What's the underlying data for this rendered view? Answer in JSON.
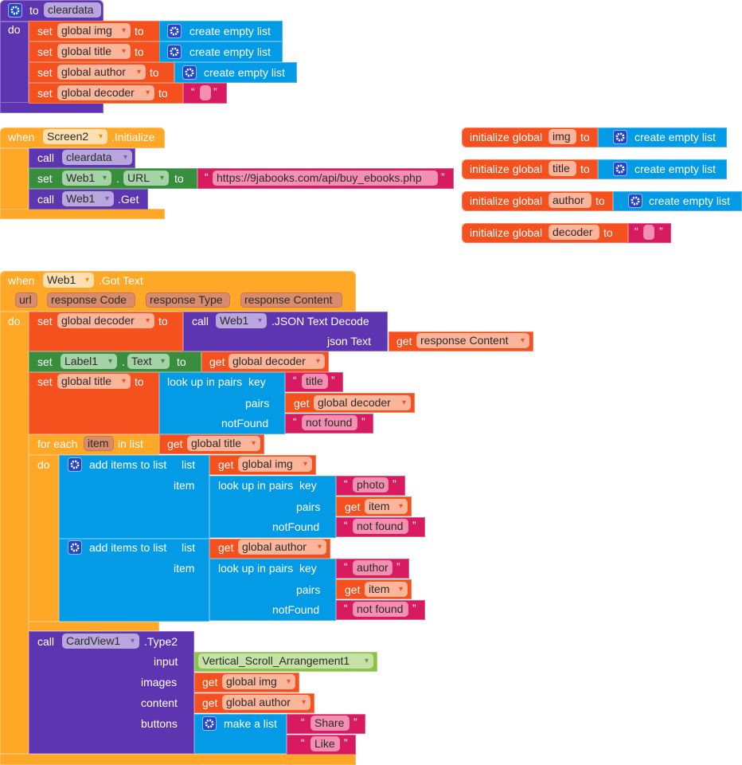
{
  "colors": {
    "procedure": "#5e35b1",
    "variable": "#f4511e",
    "list": "#039be5",
    "text": "#d81b60",
    "component_set": "#388e3c",
    "event": "#ffa726",
    "component": "#8bc34a"
  },
  "kw": {
    "to": "to",
    "do": "do",
    "set": "set",
    "when": "when",
    "call": "call",
    "get": "get",
    "init": "initialize global",
    "cel": "create empty list",
    "lookup": "look up in pairs  key",
    "pairs": "pairs",
    "notFound": "notFound",
    "for_each": "for each",
    "in_list": "in list",
    "add_items": "add items to list",
    "list": "list",
    "item": "item",
    "make_list": "make a list",
    "oq": "“",
    "cq": "”",
    "dot": ".",
    "arrow": "▾"
  },
  "proc": {
    "name": "cleardata",
    "rows": [
      {
        "var": "global img"
      },
      {
        "var": "global title"
      },
      {
        "var": "global author"
      },
      {
        "var": "global decoder",
        "value": ""
      }
    ]
  },
  "init": {
    "component": "Screen2",
    "event": ".Initialize",
    "call1": "cleardata",
    "web": "Web1",
    "prop": "URL",
    "url": "https://9jabooks.com/api/buy_ebooks.php",
    "get": ".Get"
  },
  "globals": [
    {
      "name": "img"
    },
    {
      "name": "title"
    },
    {
      "name": "author"
    },
    {
      "name": "decoder",
      "value": ""
    }
  ],
  "got": {
    "component": "Web1",
    "event": ".Got Text",
    "params": [
      "url",
      "response Code",
      "response Type",
      "response Content"
    ],
    "decoder_var": "global decoder",
    "json_method": ".JSON Text Decode",
    "json_arg": "json Text",
    "label": "Label1",
    "label_prop": "Text",
    "title_var": "global title",
    "key1": "title",
    "not_found": "not found",
    "loop_var": "item",
    "img_var": "global img",
    "author_var": "global author",
    "key2": "photo",
    "key3": "author",
    "card": "CardView1",
    "card_method": ".Type2",
    "arg_input": "input",
    "arg_images": "images",
    "arg_content": "content",
    "arg_buttons": "buttons",
    "arrangement": "Vertical_Scroll_Arrangement1",
    "btn1": "Share",
    "btn2": "Like"
  }
}
